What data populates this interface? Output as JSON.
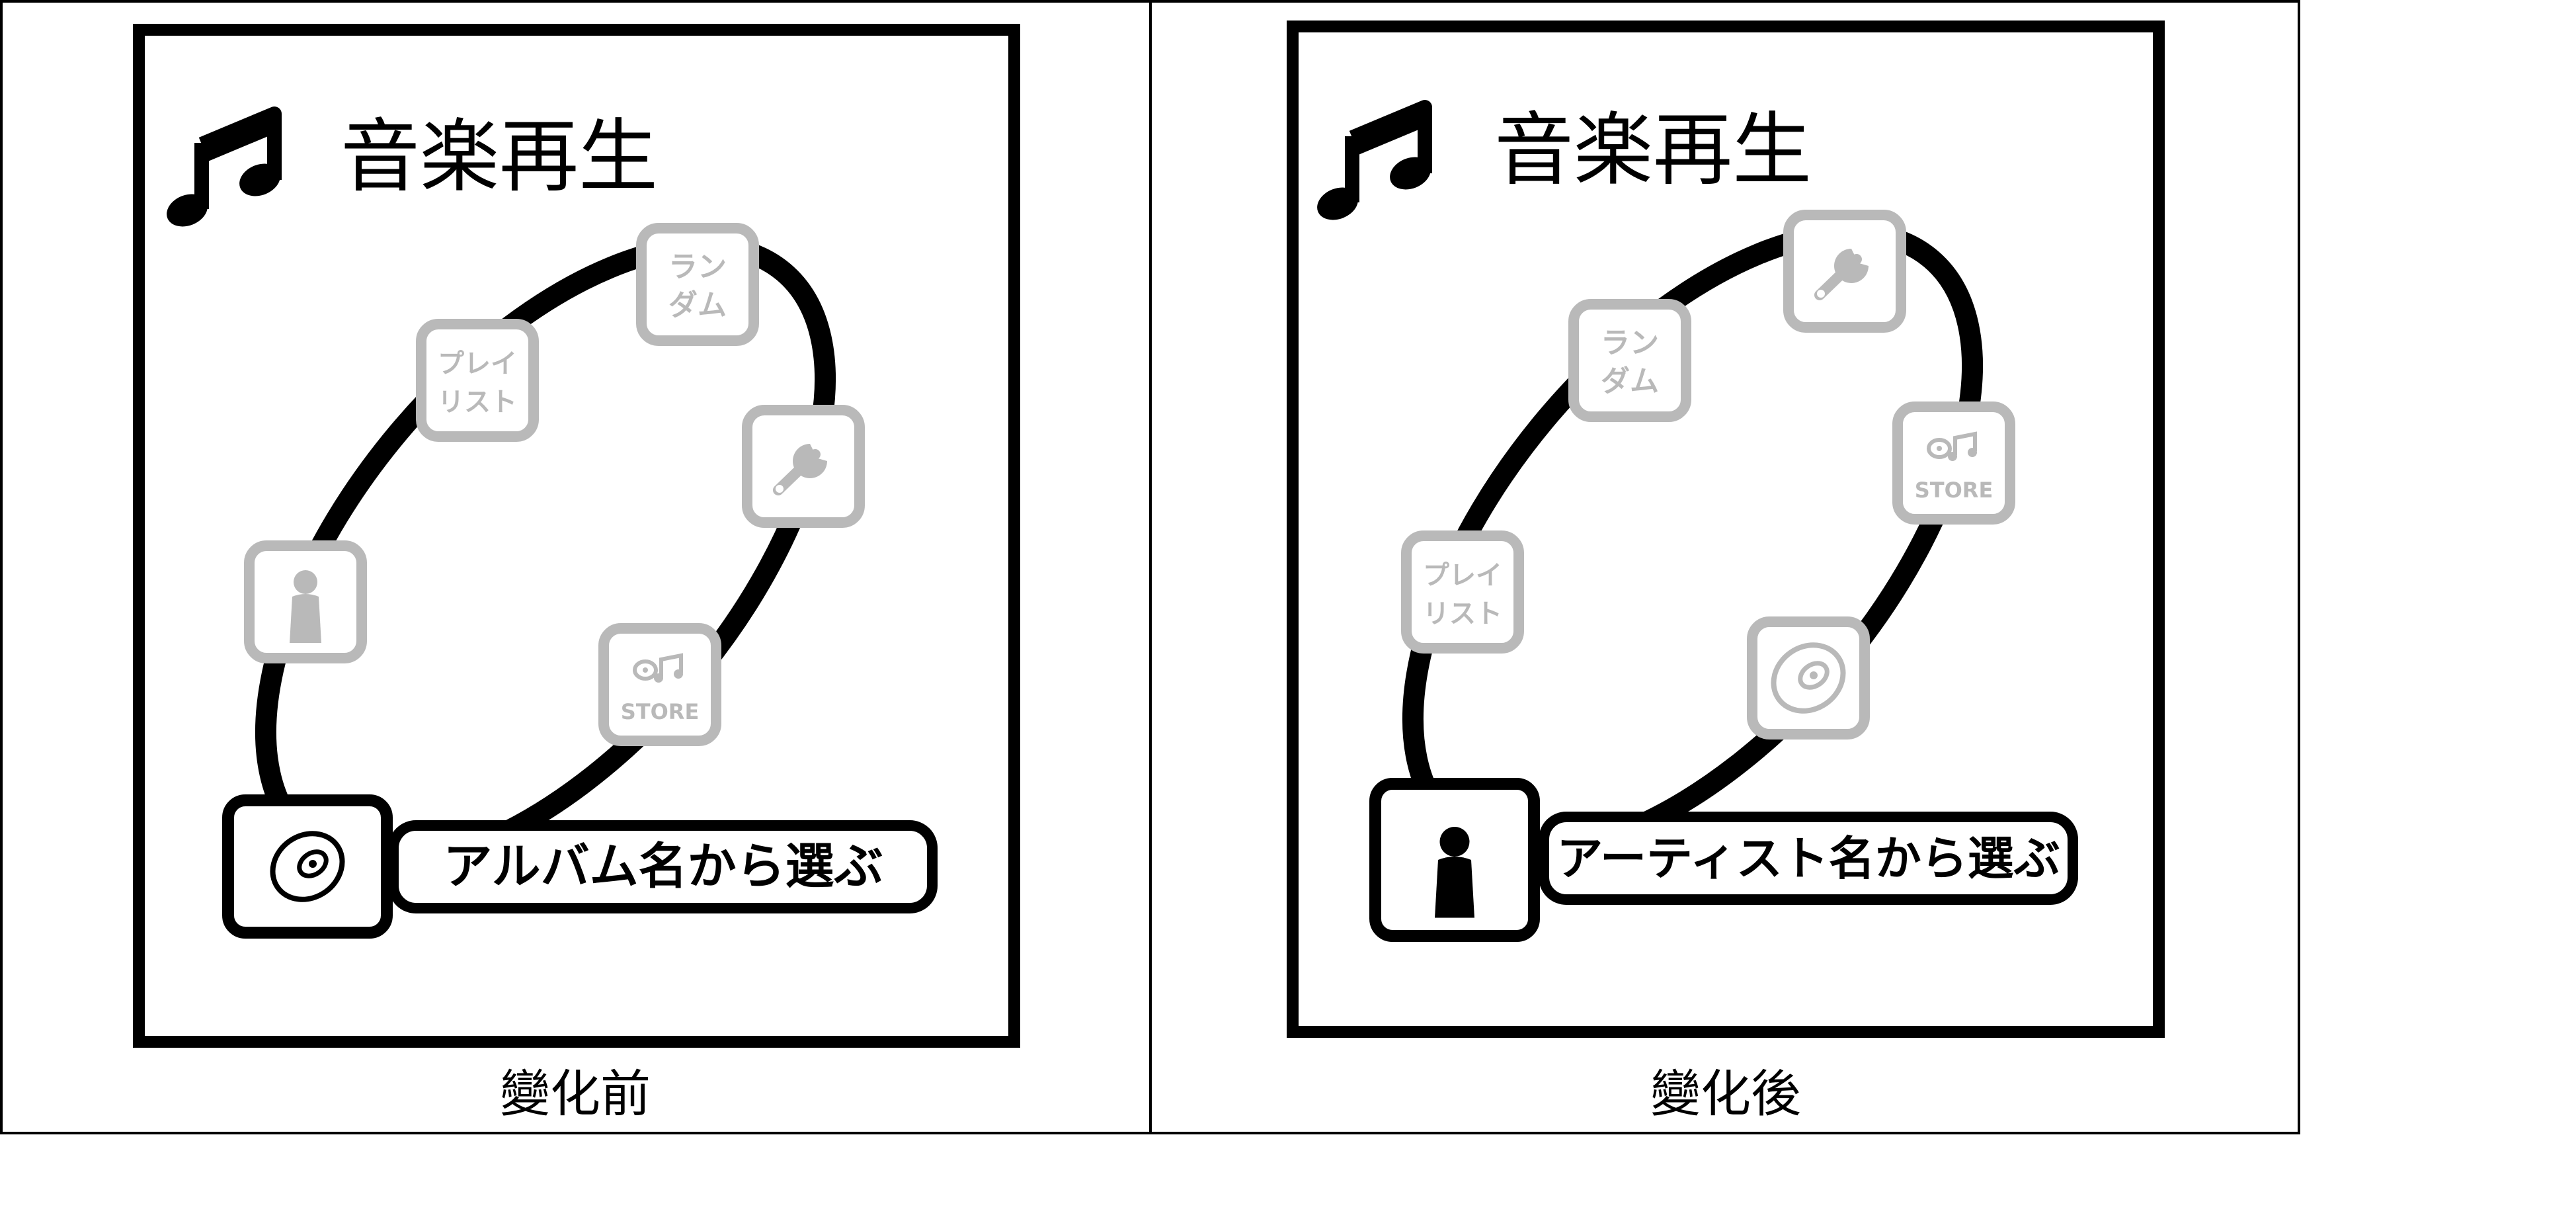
{
  "panels": [
    {
      "title": "音楽再生",
      "caption": "變化前",
      "icon_labels": {
        "random": [
          "ラン",
          "ダム"
        ],
        "playlist": [
          "プレイ",
          "リスト"
        ],
        "store": "STORE"
      },
      "selected_label": "アルバム名から選ぶ",
      "selected_item": "album-disc-icon"
    },
    {
      "title": "音楽再生",
      "caption": "變化後",
      "icon_labels": {
        "random": [
          "ラン",
          "ダム"
        ],
        "playlist": [
          "プレイ",
          "リスト"
        ],
        "store": "STORE"
      },
      "selected_label": "アーティスト名から選ぶ",
      "selected_item": "artist-person-icon"
    }
  ],
  "colors": {
    "border": "#000000",
    "ring": "#000000",
    "inactive_icon": "#b9b9b9",
    "background": "#ffffff"
  }
}
